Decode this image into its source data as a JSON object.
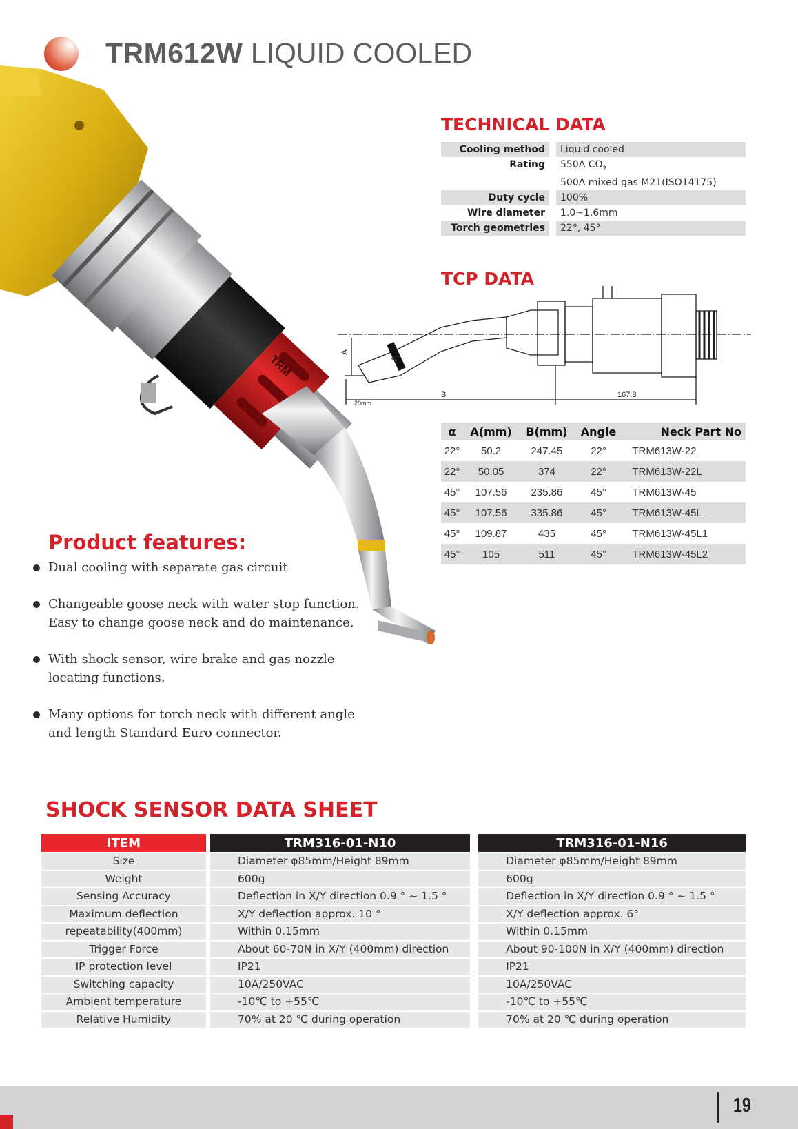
{
  "header": {
    "title_bold": "TRM612W",
    "title_light": "LIQUID COOLED"
  },
  "technical_data": {
    "heading": "TECHNICAL DATA",
    "rows": [
      {
        "label": "Cooling method",
        "value": "Liquid cooled"
      },
      {
        "label": "Rating",
        "value": "550A CO",
        "value_sub": "2",
        "value2": "500A mixed gas M21(ISO14175)"
      },
      {
        "label": "Duty cycle",
        "value": "100%"
      },
      {
        "label": "Wire diameter",
        "value": "1.0~1.6mm"
      },
      {
        "label": "Torch geometries",
        "value": "22°, 45°"
      }
    ]
  },
  "tcp_data": {
    "heading": "TCP DATA",
    "diagram": {
      "label_a": "A",
      "label_alpha": "α",
      "label_b": "B",
      "label_20": "20mm",
      "label_len": "167.8"
    },
    "columns": [
      "α",
      "A(mm)",
      "B(mm)",
      "Angle",
      "Neck Part No"
    ],
    "rows": [
      [
        "22°",
        "50.2",
        "247.45",
        "22°",
        "TRM613W-22"
      ],
      [
        "22°",
        "50.05",
        "374",
        "22°",
        "TRM613W-22L"
      ],
      [
        "45°",
        "107.56",
        "235.86",
        "45°",
        "TRM613W-45"
      ],
      [
        "45°",
        "107.56",
        "335.86",
        "45°",
        "TRM613W-45L"
      ],
      [
        "45°",
        "109.87",
        "435",
        "45°",
        "TRM613W-45L1"
      ],
      [
        "45°",
        "105",
        "511",
        "45°",
        "TRM613W-45L2"
      ]
    ]
  },
  "features": {
    "heading": "Product features:",
    "items": [
      "Dual cooling with separate gas circuit",
      "Changeable goose neck with water stop function. Easy to change goose neck and do maintenance.",
      "With shock sensor, wire brake and gas nozzle locating functions.",
      "Many options for torch neck with different angle and length Standard Euro connector."
    ]
  },
  "product_image": {
    "brand_mark": "TRM"
  },
  "shock_sensor": {
    "heading": "SHOCK SENSOR DATA SHEET",
    "columns": [
      "ITEM",
      "TRM316-01-N10",
      "TRM316-01-N16"
    ],
    "rows": [
      [
        "Size",
        "Diameter φ85mm/Height 89mm",
        "Diameter φ85mm/Height 89mm"
      ],
      [
        "Weight",
        "600g",
        "600g"
      ],
      [
        "Sensing Accuracy",
        "Deflection in X/Y direction 0.9 ° ~ 1.5 °",
        "Deflection in X/Y direction 0.9 ° ~ 1.5 °"
      ],
      [
        "Maximum deflection",
        "X/Y deflection approx. 10 °",
        "X/Y deflection approx. 6°"
      ],
      [
        "repeatability(400mm)",
        "Within 0.15mm",
        "Within 0.15mm"
      ],
      [
        "Trigger Force",
        "About 60-70N in X/Y (400mm) direction",
        "About 90-100N in X/Y (400mm) direction"
      ],
      [
        "IP protection level",
        "IP21",
        "IP21"
      ],
      [
        "Switching capacity",
        "10A/250VAC",
        "10A/250VAC"
      ],
      [
        "Ambient temperature",
        "-10℃ to +55℃",
        "-10℃ to +55℃"
      ],
      [
        "Relative Humidity",
        "70% at 20 ℃ during operation",
        "70% at 20 ℃ during operation"
      ]
    ]
  },
  "footer": {
    "page_number": "19"
  },
  "colors": {
    "accent_red": "#d3222a",
    "gray_row": "#dcdddf",
    "dark_header": "#231f20",
    "footer_bg": "#d1d2d4"
  }
}
